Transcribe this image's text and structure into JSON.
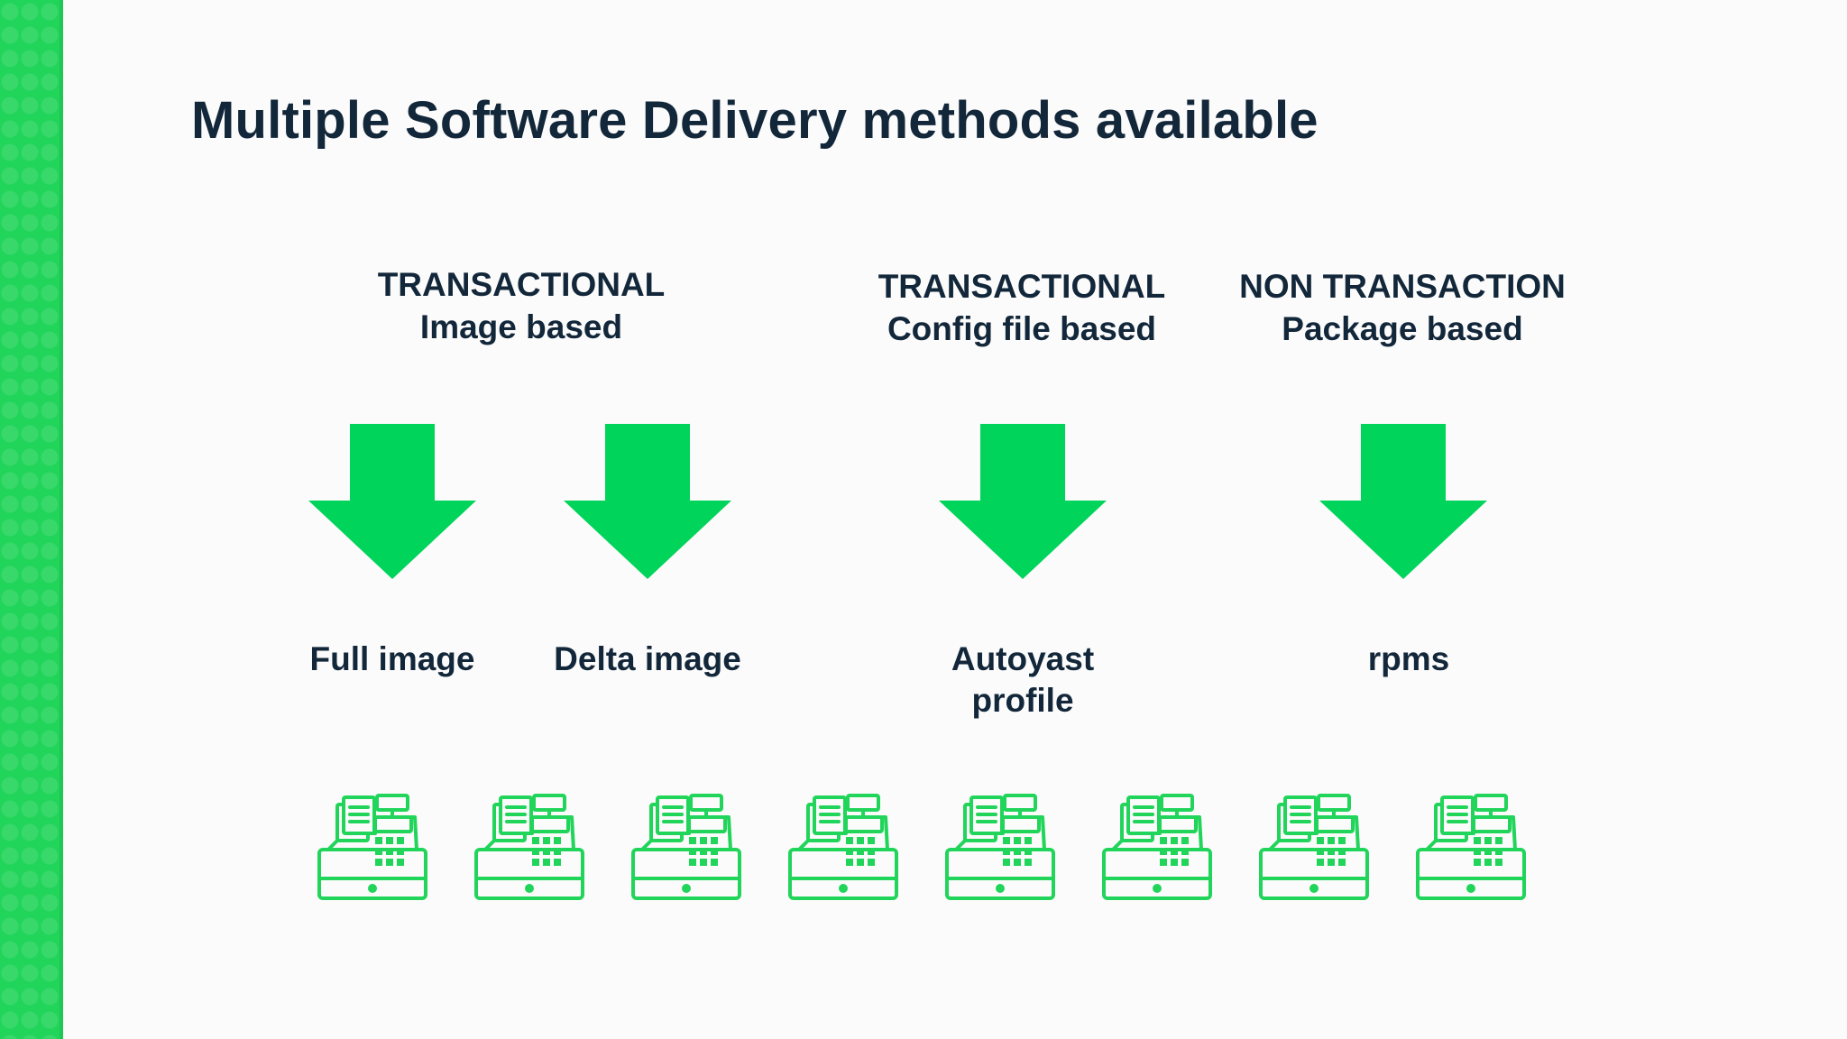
{
  "slide": {
    "title": "Multiple Software Delivery methods available",
    "accent_color": "#21d45a",
    "text_color": "#13273a"
  },
  "methods": [
    {
      "line1": "TRANSACTIONAL",
      "line2": "Image based"
    },
    {
      "line1": "TRANSACTIONAL",
      "line2": "Config file based"
    },
    {
      "line1": "NON TRANSACTION",
      "line2": "Package based"
    }
  ],
  "outputs": [
    {
      "line1": "Full image",
      "line2": "",
      "icon": "down-arrow-icon"
    },
    {
      "line1": "Delta image",
      "line2": "",
      "icon": "down-arrow-icon"
    },
    {
      "line1": "Autoyast",
      "line2": "profile",
      "icon": "down-arrow-icon"
    },
    {
      "line1": "rpms",
      "line2": "",
      "icon": "down-arrow-icon"
    }
  ],
  "devices": {
    "icon": "cash-register-icon",
    "count": 8
  }
}
